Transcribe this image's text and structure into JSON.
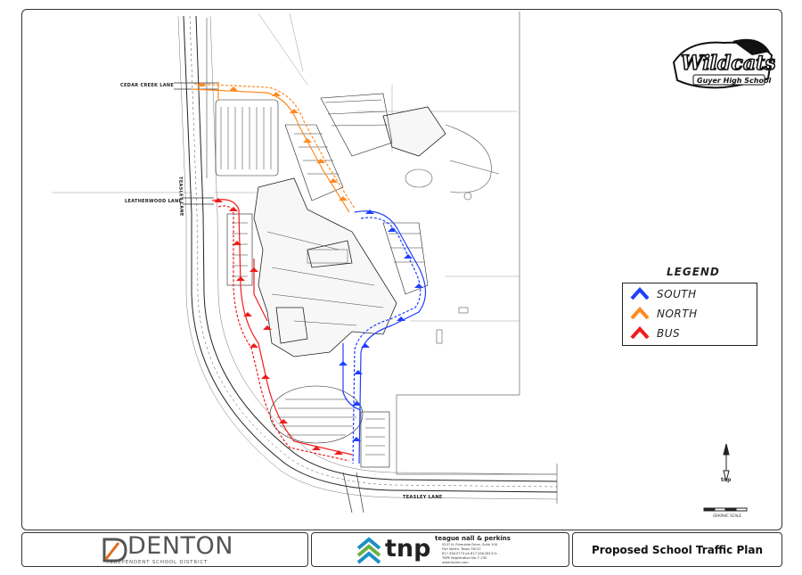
{
  "logo": {
    "title": "Wildcats",
    "subtitle": "Guyer High School"
  },
  "roads": {
    "cedar_creek": "CEDAR CREEK LANE",
    "leatherwood": "LEATHERWOOD LANE",
    "teasley_vertical": "TEASLEY LANE",
    "teasley_bottom": "TEASLEY LANE"
  },
  "legend": {
    "title": "LEGEND",
    "items": [
      {
        "label": "SOUTH",
        "color": "#1f3fff"
      },
      {
        "label": "NORTH",
        "color": "#ff8a1f"
      },
      {
        "label": "BUS",
        "color": "#ee1c1c"
      }
    ]
  },
  "north_arrow": {
    "label": "tnp"
  },
  "scale": {
    "label": "GRAPHIC SCALE"
  },
  "footer": {
    "district": {
      "name": "DENTON",
      "subtitle": "INDEPENDENT SCHOOL DISTRICT"
    },
    "firm": {
      "logo_text": "tnp",
      "name": "teague nall & perkins",
      "lines": [
        "5237 N. Riverside Drive, Suite 100",
        "Fort Worth, Texas 76137",
        "817.336.5773 ph  817.336.2813 fx",
        "TBPE Registration No. F-230",
        "www.tnpinc.com"
      ]
    },
    "plan_title": "Proposed School Traffic Plan"
  }
}
